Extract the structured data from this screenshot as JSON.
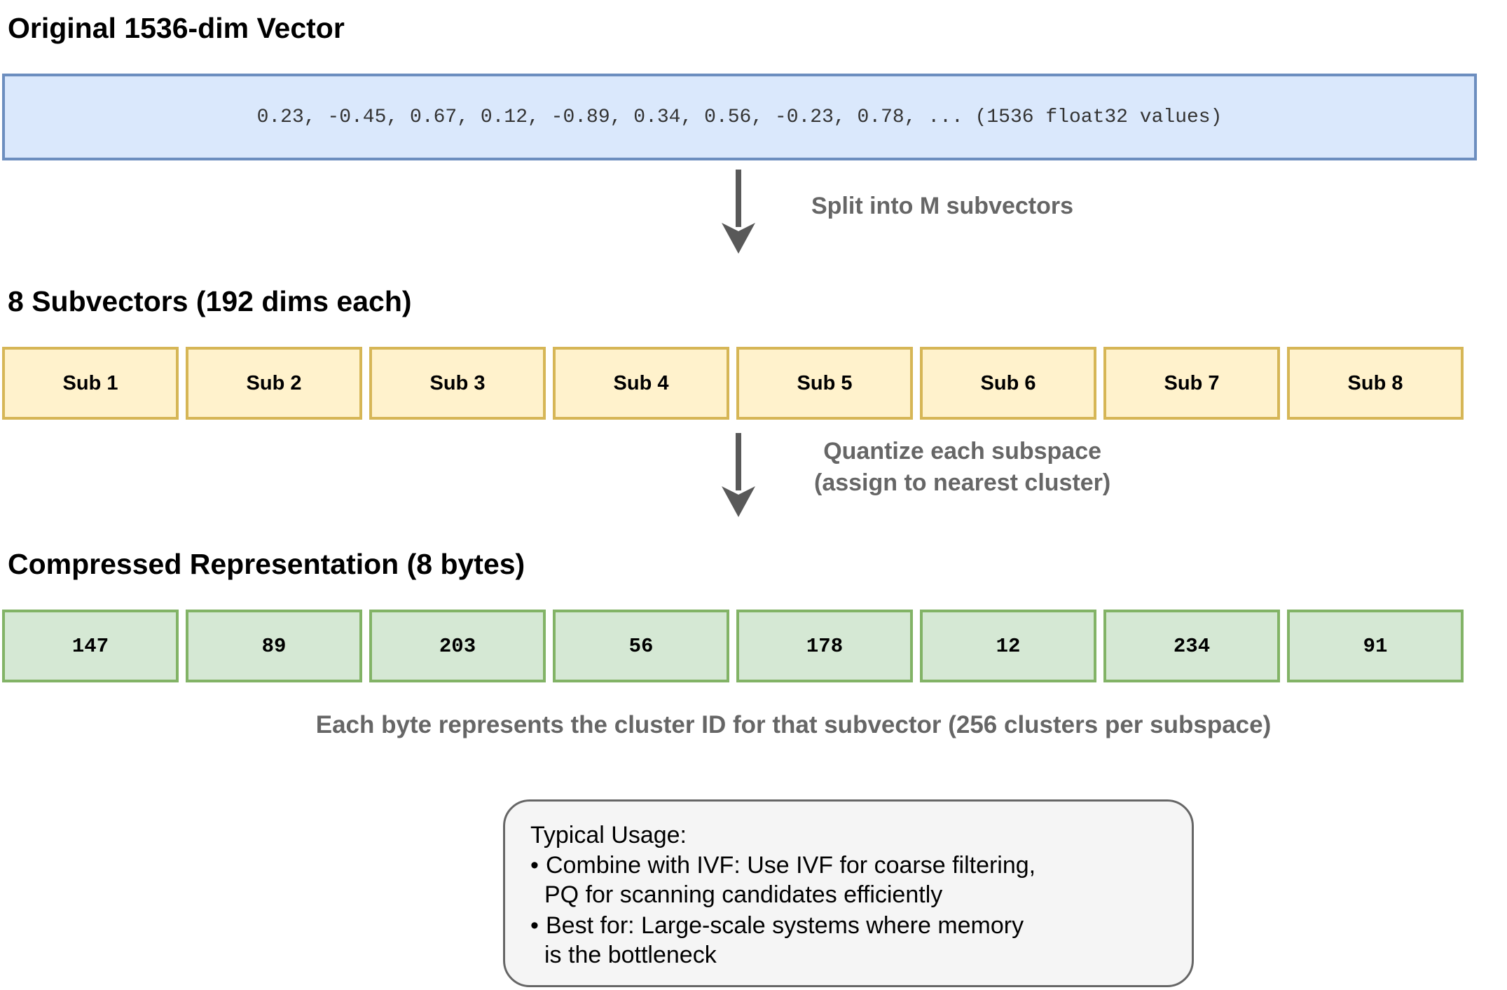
{
  "original": {
    "heading": "Original 1536-dim Vector",
    "values_text": "0.23, -0.45, 0.67, 0.12, -0.89, 0.34, 0.56, -0.23, 0.78, ... (1536 float32 values)"
  },
  "split_label": "Split into M subvectors",
  "subvectors": {
    "heading": "8 Subvectors (192 dims each)",
    "items": [
      "Sub 1",
      "Sub 2",
      "Sub 3",
      "Sub 4",
      "Sub 5",
      "Sub 6",
      "Sub 7",
      "Sub 8"
    ]
  },
  "quantize_label": {
    "line1": "Quantize each subspace",
    "line2": "(assign to nearest cluster)"
  },
  "compressed": {
    "heading": "Compressed Representation (8 bytes)",
    "codes": [
      "147",
      "89",
      "203",
      "56",
      "178",
      "12",
      "234",
      "91"
    ],
    "caption": "Each byte represents the cluster ID for that subvector (256 clusters per subspace)"
  },
  "usage": {
    "title": "Typical Usage:",
    "bullets": [
      {
        "line1": "Combine with IVF: Use IVF for coarse filtering,",
        "line2": "PQ for scanning candidates efficiently"
      },
      {
        "line1": "Best for: Large-scale systems where memory",
        "line2": "is the bottleneck"
      }
    ]
  },
  "colors": {
    "vector_fill": "#dae8fc",
    "vector_stroke": "#6c8ebf",
    "sub_fill": "#fff2cc",
    "sub_stroke": "#d6b656",
    "code_fill": "#d5e8d4",
    "code_stroke": "#82b366",
    "arrow": "#595959",
    "note_text": "#666666"
  }
}
